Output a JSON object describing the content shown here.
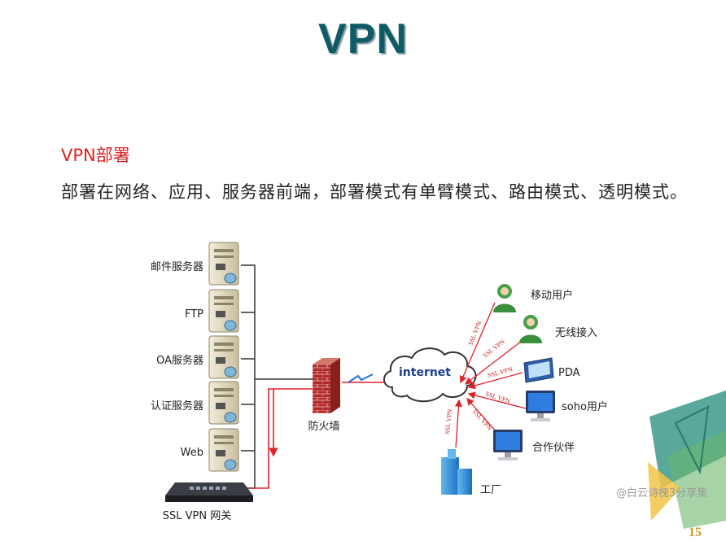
{
  "title": "VPN",
  "subtitle": "VPN部署",
  "paragraph": "部署在网络、应用、服务器前端，部署模式有单臂模式、路由模式、透明模式。",
  "servers": [
    {
      "label": "邮件服务器"
    },
    {
      "label": "FTP"
    },
    {
      "label": "OA服务器"
    },
    {
      "label": "认证服务器"
    },
    {
      "label": "Web"
    }
  ],
  "gateway": {
    "label": "SSL VPN 网关"
  },
  "firewall": {
    "label": "防火墙"
  },
  "internet": {
    "label": "internet"
  },
  "clients": [
    {
      "label": "移动用户",
      "icon": "user-icon"
    },
    {
      "label": "无线接入",
      "icon": "user-icon"
    },
    {
      "label": "PDA",
      "icon": "pda-icon"
    },
    {
      "label": "soho用户",
      "icon": "computer-icon"
    },
    {
      "label": "合作伙伴",
      "icon": "computer-icon"
    },
    {
      "label": "工厂",
      "icon": "building-icon"
    }
  ],
  "link_label": "SSL VPN",
  "page_number": "15",
  "watermark": "@白云诗槐3分享集",
  "colors": {
    "title": "#0f5b63",
    "subtitle": "#e02020",
    "link": "#e0202a",
    "page_number": "#d19a1e"
  }
}
